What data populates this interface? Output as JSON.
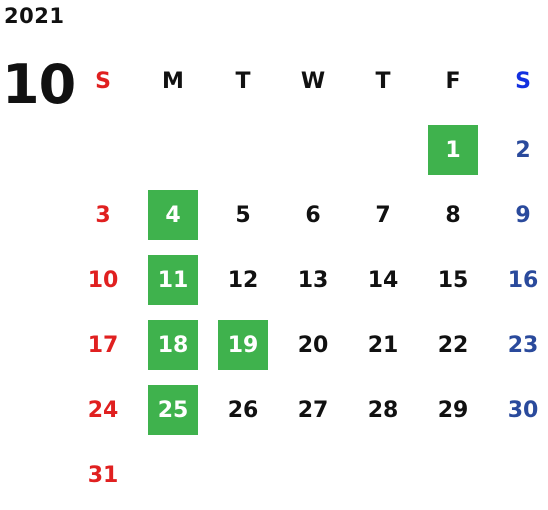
{
  "calendar": {
    "year": "2021",
    "month": "10",
    "colors": {
      "sunday": "#e02020",
      "saturday_header": "#1330e0",
      "saturday": "#2a4a9c",
      "weekday": "#111111",
      "highlight_bg": "#3fb24d",
      "highlight_text": "#ffffff"
    },
    "weekdays": [
      {
        "label": "S",
        "kind": "sunday"
      },
      {
        "label": "M",
        "kind": "weekday"
      },
      {
        "label": "T",
        "kind": "weekday"
      },
      {
        "label": "W",
        "kind": "weekday"
      },
      {
        "label": "T",
        "kind": "weekday"
      },
      {
        "label": "F",
        "kind": "weekday"
      },
      {
        "label": "S",
        "kind": "saturday_header"
      }
    ],
    "weeks": [
      [
        {
          "day": "",
          "kind": "sunday"
        },
        {
          "day": "",
          "kind": "weekday"
        },
        {
          "day": "",
          "kind": "weekday"
        },
        {
          "day": "",
          "kind": "weekday"
        },
        {
          "day": "",
          "kind": "weekday"
        },
        {
          "day": "1",
          "kind": "weekday",
          "highlight": true
        },
        {
          "day": "2",
          "kind": "saturday"
        }
      ],
      [
        {
          "day": "3",
          "kind": "sunday"
        },
        {
          "day": "4",
          "kind": "weekday",
          "highlight": true
        },
        {
          "day": "5",
          "kind": "weekday"
        },
        {
          "day": "6",
          "kind": "weekday"
        },
        {
          "day": "7",
          "kind": "weekday"
        },
        {
          "day": "8",
          "kind": "weekday"
        },
        {
          "day": "9",
          "kind": "saturday"
        }
      ],
      [
        {
          "day": "10",
          "kind": "sunday"
        },
        {
          "day": "11",
          "kind": "weekday",
          "highlight": true
        },
        {
          "day": "12",
          "kind": "weekday"
        },
        {
          "day": "13",
          "kind": "weekday"
        },
        {
          "day": "14",
          "kind": "weekday"
        },
        {
          "day": "15",
          "kind": "weekday"
        },
        {
          "day": "16",
          "kind": "saturday"
        }
      ],
      [
        {
          "day": "17",
          "kind": "sunday"
        },
        {
          "day": "18",
          "kind": "weekday",
          "highlight": true
        },
        {
          "day": "19",
          "kind": "weekday",
          "highlight": true
        },
        {
          "day": "20",
          "kind": "weekday"
        },
        {
          "day": "21",
          "kind": "weekday"
        },
        {
          "day": "22",
          "kind": "weekday"
        },
        {
          "day": "23",
          "kind": "saturday"
        }
      ],
      [
        {
          "day": "24",
          "kind": "sunday"
        },
        {
          "day": "25",
          "kind": "weekday",
          "highlight": true
        },
        {
          "day": "26",
          "kind": "weekday"
        },
        {
          "day": "27",
          "kind": "weekday"
        },
        {
          "day": "28",
          "kind": "weekday"
        },
        {
          "day": "29",
          "kind": "weekday"
        },
        {
          "day": "30",
          "kind": "saturday"
        }
      ],
      [
        {
          "day": "31",
          "kind": "sunday"
        },
        {
          "day": "",
          "kind": "weekday"
        },
        {
          "day": "",
          "kind": "weekday"
        },
        {
          "day": "",
          "kind": "weekday"
        },
        {
          "day": "",
          "kind": "weekday"
        },
        {
          "day": "",
          "kind": "weekday"
        },
        {
          "day": "",
          "kind": "saturday"
        }
      ]
    ]
  }
}
